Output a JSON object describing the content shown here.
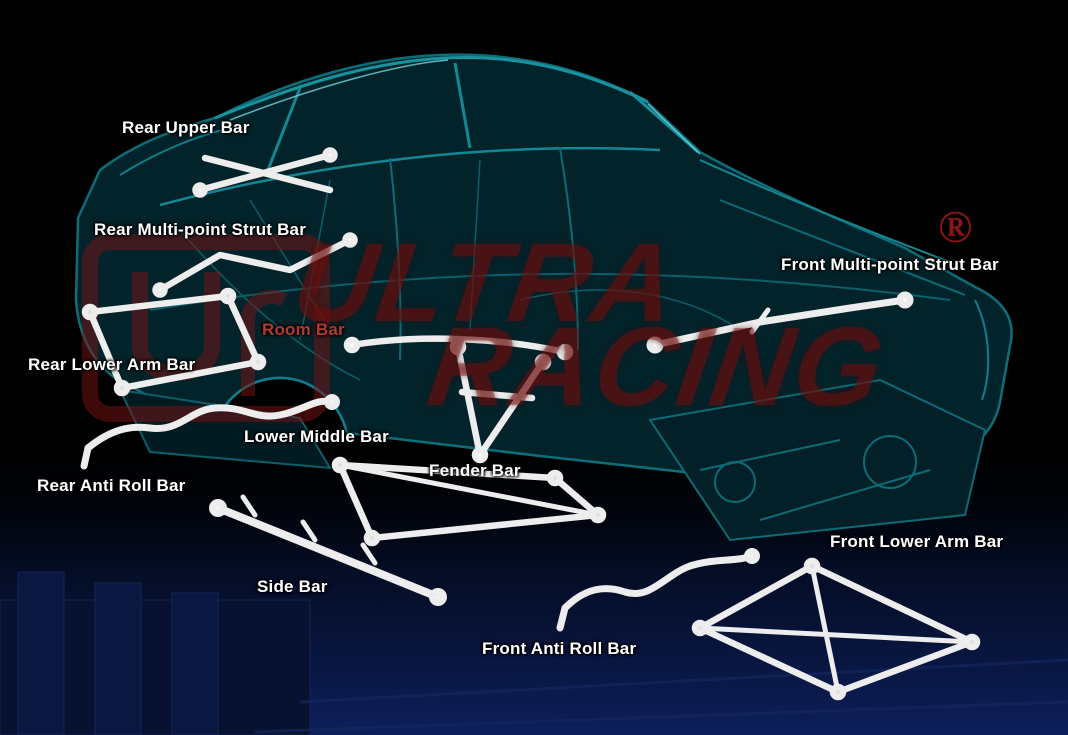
{
  "scene": {
    "background_color": "#000000",
    "floor_color": "#0d1f5c",
    "chassis_color": "#0d6d78",
    "bar_color": "#ededed"
  },
  "watermark": {
    "brand_line1": "ULTRA",
    "brand_line2": "RACING",
    "registered_mark": "®",
    "color": "#80100e"
  },
  "labels": [
    {
      "id": "rear-upper-bar",
      "text": "Rear Upper Bar",
      "color": "#ffffff"
    },
    {
      "id": "rear-multi-point-strut-bar",
      "text": "Rear Multi-point Strut Bar",
      "color": "#ffffff"
    },
    {
      "id": "room-bar",
      "text": "Room Bar",
      "color": "#b23a30"
    },
    {
      "id": "rear-lower-arm-bar",
      "text": "Rear Lower Arm Bar",
      "color": "#ffffff"
    },
    {
      "id": "lower-middle-bar",
      "text": "Lower Middle Bar",
      "color": "#ffffff"
    },
    {
      "id": "rear-anti-roll-bar",
      "text": "Rear Anti Roll Bar",
      "color": "#ffffff"
    },
    {
      "id": "fender-bar",
      "text": "Fender Bar",
      "color": "#ffffff"
    },
    {
      "id": "side-bar",
      "text": "Side Bar",
      "color": "#ffffff"
    },
    {
      "id": "front-multi-point-strut-bar",
      "text": "Front Multi-point Strut Bar",
      "color": "#ffffff"
    },
    {
      "id": "front-lower-arm-bar",
      "text": "Front Lower Arm Bar",
      "color": "#ffffff"
    },
    {
      "id": "front-anti-roll-bar",
      "text": "Front Anti Roll Bar",
      "color": "#ffffff"
    }
  ]
}
